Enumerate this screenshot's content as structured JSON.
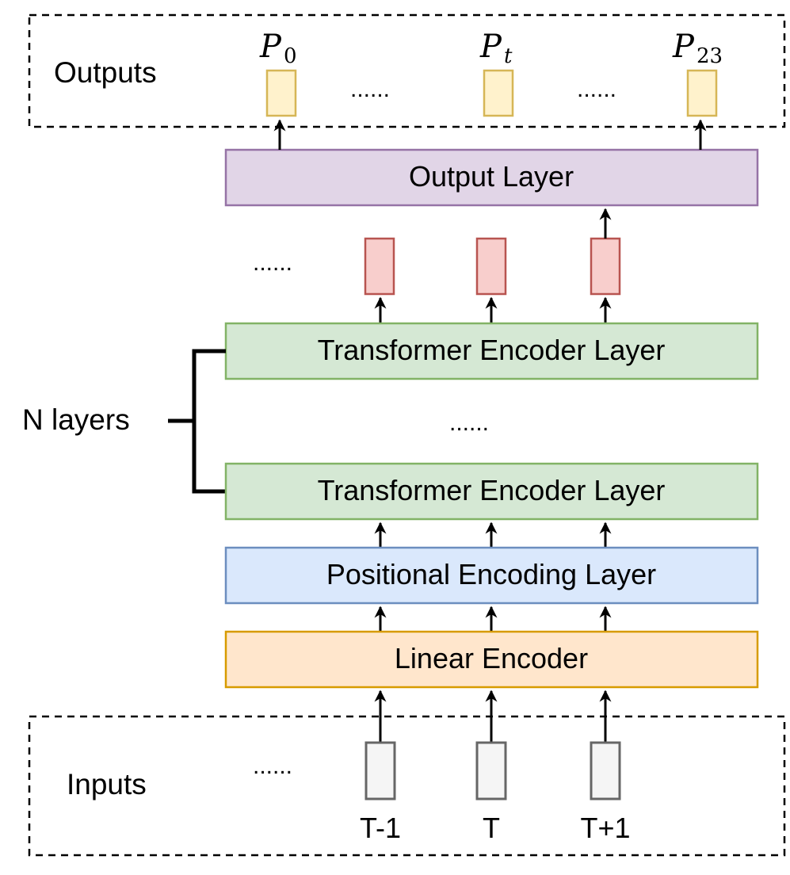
{
  "outputs": {
    "label": "Outputs",
    "items": [
      {
        "var": "P",
        "sub": "0"
      },
      {
        "var": "P",
        "sub": "t"
      },
      {
        "var": "P",
        "sub": "23"
      }
    ],
    "ellipses": [
      "......",
      "......"
    ]
  },
  "layers": {
    "output": "Output Layer",
    "transformer_top": "Transformer Encoder Layer",
    "transformer_bottom": "Transformer Encoder Layer",
    "positional": "Positional Encoding Layer",
    "linear": "Linear Encoder"
  },
  "hidden_ellipsis": "......",
  "stack_ellipsis": "......",
  "n_layers_label": "N layers",
  "inputs": {
    "label": "Inputs",
    "ellipsis": "......",
    "items": [
      "T-1",
      "T",
      "T+1"
    ]
  },
  "colors": {
    "output_token_fill": "#fff2cc",
    "output_token_stroke": "#d6b656",
    "output_layer_fill": "#e1d5e7",
    "output_layer_stroke": "#9673a6",
    "hidden_token_fill": "#f8cecc",
    "hidden_token_stroke": "#b85450",
    "transformer_fill": "#d5e8d4",
    "transformer_stroke": "#82b366",
    "positional_fill": "#dae8fc",
    "positional_stroke": "#6c8ebf",
    "linear_fill": "#ffe6cc",
    "linear_stroke": "#d79b00",
    "input_token_fill": "#f5f5f5",
    "input_token_stroke": "#666666"
  }
}
